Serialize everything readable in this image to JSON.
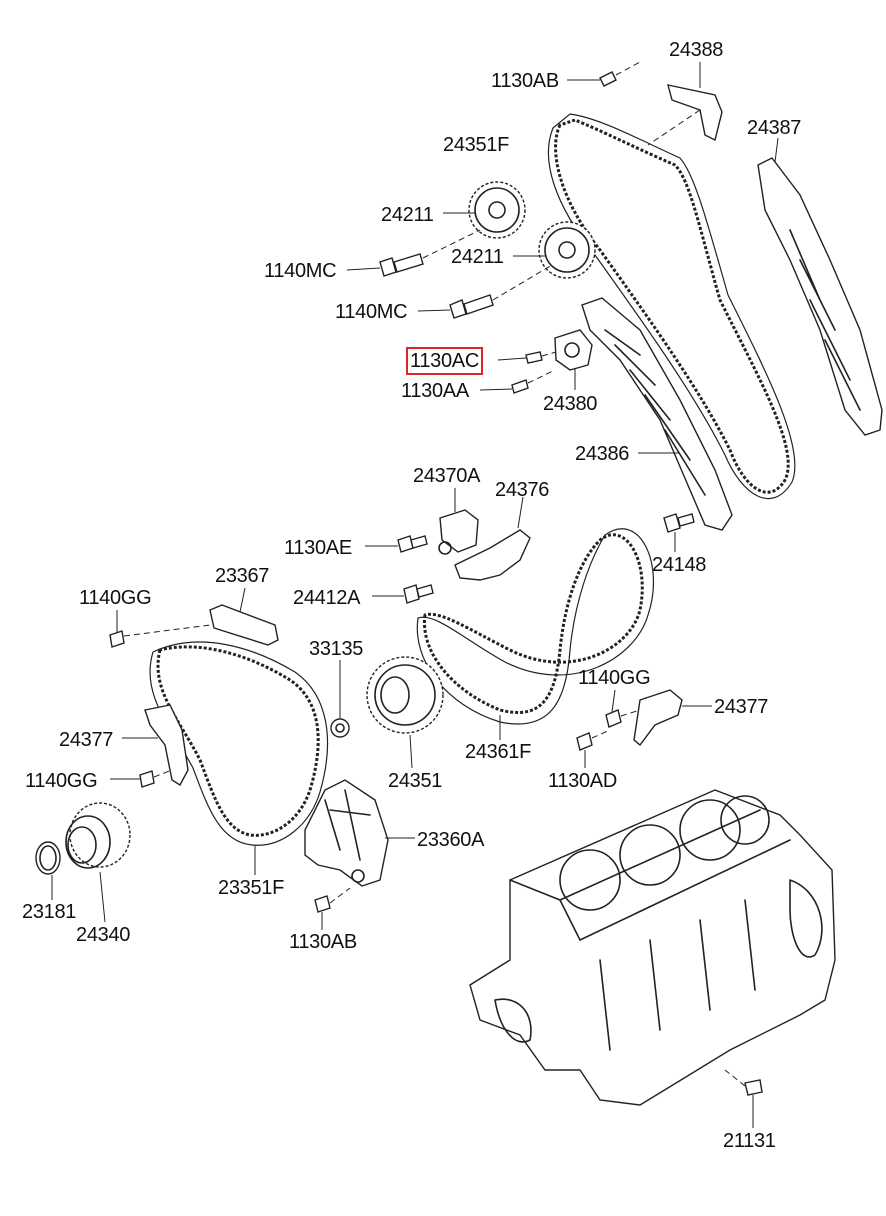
{
  "labels": {
    "p24388": "24388",
    "p1130AB_top": "1130AB",
    "p24387": "24387",
    "p24351F": "24351F",
    "p24211_a": "24211",
    "p24211_b": "24211",
    "p1140MC_a": "1140MC",
    "p1140MC_b": "1140MC",
    "p1130AC": "1130AC",
    "p1130AA": "1130AA",
    "p24380": "24380",
    "p24386": "24386",
    "p24370A": "24370A",
    "p24376": "24376",
    "p1130AE": "1130AE",
    "p24148": "24148",
    "p24412A": "24412A",
    "p23367": "23367",
    "p1140GG_top": "1140GG",
    "p33135": "33135",
    "p1140GG_right": "1140GG",
    "p24377_right": "24377",
    "p24377_left": "24377",
    "p24361F": "24361F",
    "p1140GG_left": "1140GG",
    "p24351": "24351",
    "p1130AD": "1130AD",
    "p23360A": "23360A",
    "p23181": "23181",
    "p24340": "24340",
    "p23351F": "23351F",
    "p1130AB_bottom": "1130AB",
    "p21131": "21131"
  },
  "highlight": {
    "part": "1130AC",
    "color": "#e0242b"
  }
}
